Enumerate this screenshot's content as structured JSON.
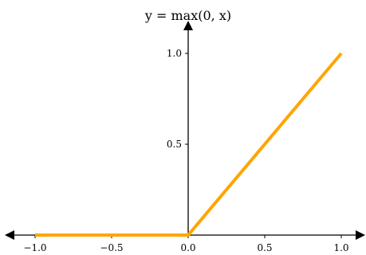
{
  "chart_data": {
    "type": "line",
    "title": "y = max(0, x)",
    "xlabel": "",
    "ylabel": "",
    "xlim": [
      -1.0,
      1.0
    ],
    "ylim": [
      0.0,
      1.0
    ],
    "grid": false,
    "x_ticks": [
      {
        "value": -1.0,
        "label": "−1.0"
      },
      {
        "value": -0.5,
        "label": "−0.5"
      },
      {
        "value": 0.0,
        "label": "0.0"
      },
      {
        "value": 0.5,
        "label": "0.5"
      },
      {
        "value": 1.0,
        "label": "1.0"
      }
    ],
    "y_ticks": [
      {
        "value": 0.5,
        "label": "0.5"
      },
      {
        "value": 1.0,
        "label": "1.0"
      }
    ],
    "series": [
      {
        "color": "#ffa500",
        "x": [
          -1.0,
          0.0,
          1.0
        ],
        "y": [
          0.0,
          0.0,
          1.0
        ]
      }
    ]
  }
}
